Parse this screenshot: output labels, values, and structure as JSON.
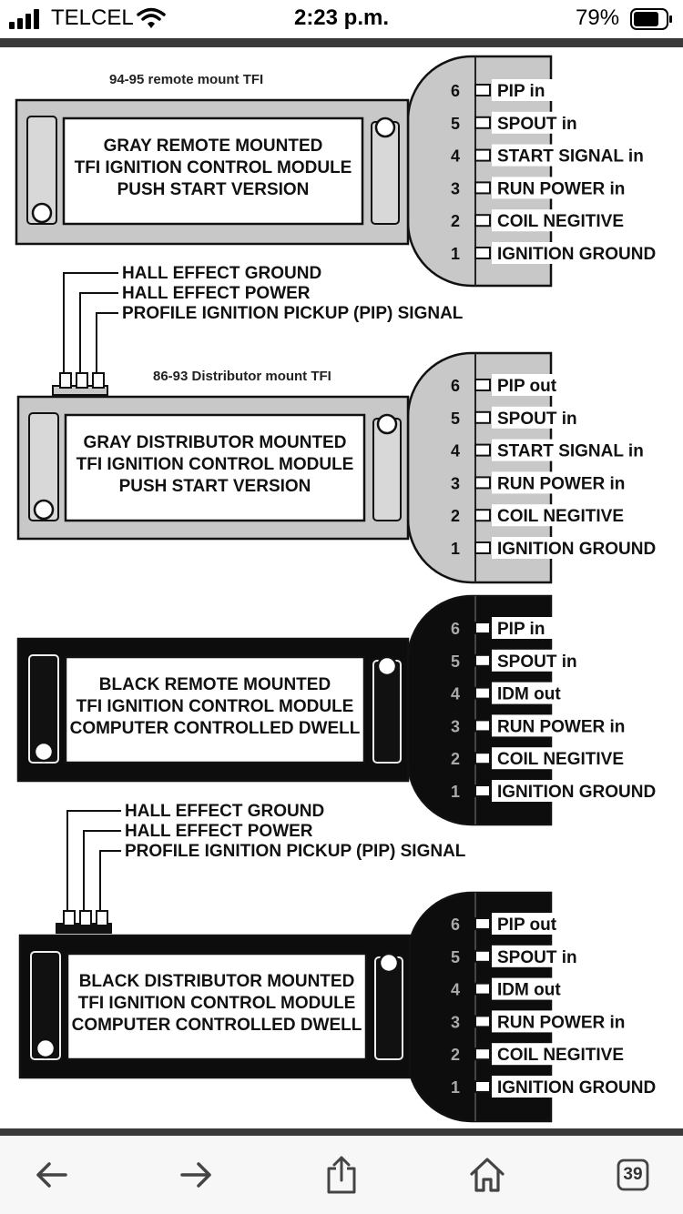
{
  "status_bar": {
    "carrier": "TELCEL",
    "time": "2:23 p.m.",
    "battery": "79%"
  },
  "diagram": {
    "labels": {
      "remote_94_95": "94-95 remote mount TFI",
      "distributor_86_93": "86-93 Distributor mount TFI"
    },
    "hall_wires": [
      "HALL EFFECT GROUND",
      "HALL EFFECT POWER",
      "PROFILE IGNITION PICKUP (PIP) SIGNAL"
    ],
    "modules": [
      {
        "title": [
          "GRAY REMOTE MOUNTED",
          "TFI IGNITION CONTROL MODULE",
          "PUSH START VERSION"
        ],
        "pins": [
          {
            "num": "6",
            "label": "PIP in"
          },
          {
            "num": "5",
            "label": "SPOUT in"
          },
          {
            "num": "4",
            "label": "START SIGNAL in"
          },
          {
            "num": "3",
            "label": "RUN POWER in"
          },
          {
            "num": "2",
            "label": "COIL NEGITIVE"
          },
          {
            "num": "1",
            "label": "IGNITION GROUND"
          }
        ]
      },
      {
        "title": [
          "GRAY DISTRIBUTOR MOUNTED",
          "TFI IGNITION CONTROL MODULE",
          "PUSH START VERSION"
        ],
        "pins": [
          {
            "num": "6",
            "label": "PIP out"
          },
          {
            "num": "5",
            "label": "SPOUT in"
          },
          {
            "num": "4",
            "label": "START SIGNAL in"
          },
          {
            "num": "3",
            "label": "RUN POWER in"
          },
          {
            "num": "2",
            "label": "COIL NEGITIVE"
          },
          {
            "num": "1",
            "label": "IGNITION GROUND"
          }
        ]
      },
      {
        "title": [
          "BLACK REMOTE MOUNTED",
          "TFI IGNITION CONTROL MODULE",
          "COMPUTER CONTROLLED DWELL"
        ],
        "pins": [
          {
            "num": "6",
            "label": "PIP in"
          },
          {
            "num": "5",
            "label": "SPOUT in"
          },
          {
            "num": "4",
            "label": "IDM out"
          },
          {
            "num": "3",
            "label": "RUN POWER in"
          },
          {
            "num": "2",
            "label": "COIL NEGITIVE"
          },
          {
            "num": "1",
            "label": "IGNITION GROUND"
          }
        ]
      },
      {
        "title": [
          "BLACK DISTRIBUTOR MOUNTED",
          "TFI IGNITION CONTROL MODULE",
          "COMPUTER CONTROLLED DWELL"
        ],
        "pins": [
          {
            "num": "6",
            "label": "PIP out"
          },
          {
            "num": "5",
            "label": "SPOUT in"
          },
          {
            "num": "4",
            "label": "IDM out"
          },
          {
            "num": "3",
            "label": "RUN POWER in"
          },
          {
            "num": "2",
            "label": "COIL NEGITIVE"
          },
          {
            "num": "1",
            "label": "IGNITION GROUND"
          }
        ]
      }
    ]
  },
  "toolbar": {
    "tab_count": "39",
    "icons": [
      "back-arrow-icon",
      "forward-arrow-icon",
      "share-icon",
      "home-icon",
      "tabs-icon"
    ]
  }
}
